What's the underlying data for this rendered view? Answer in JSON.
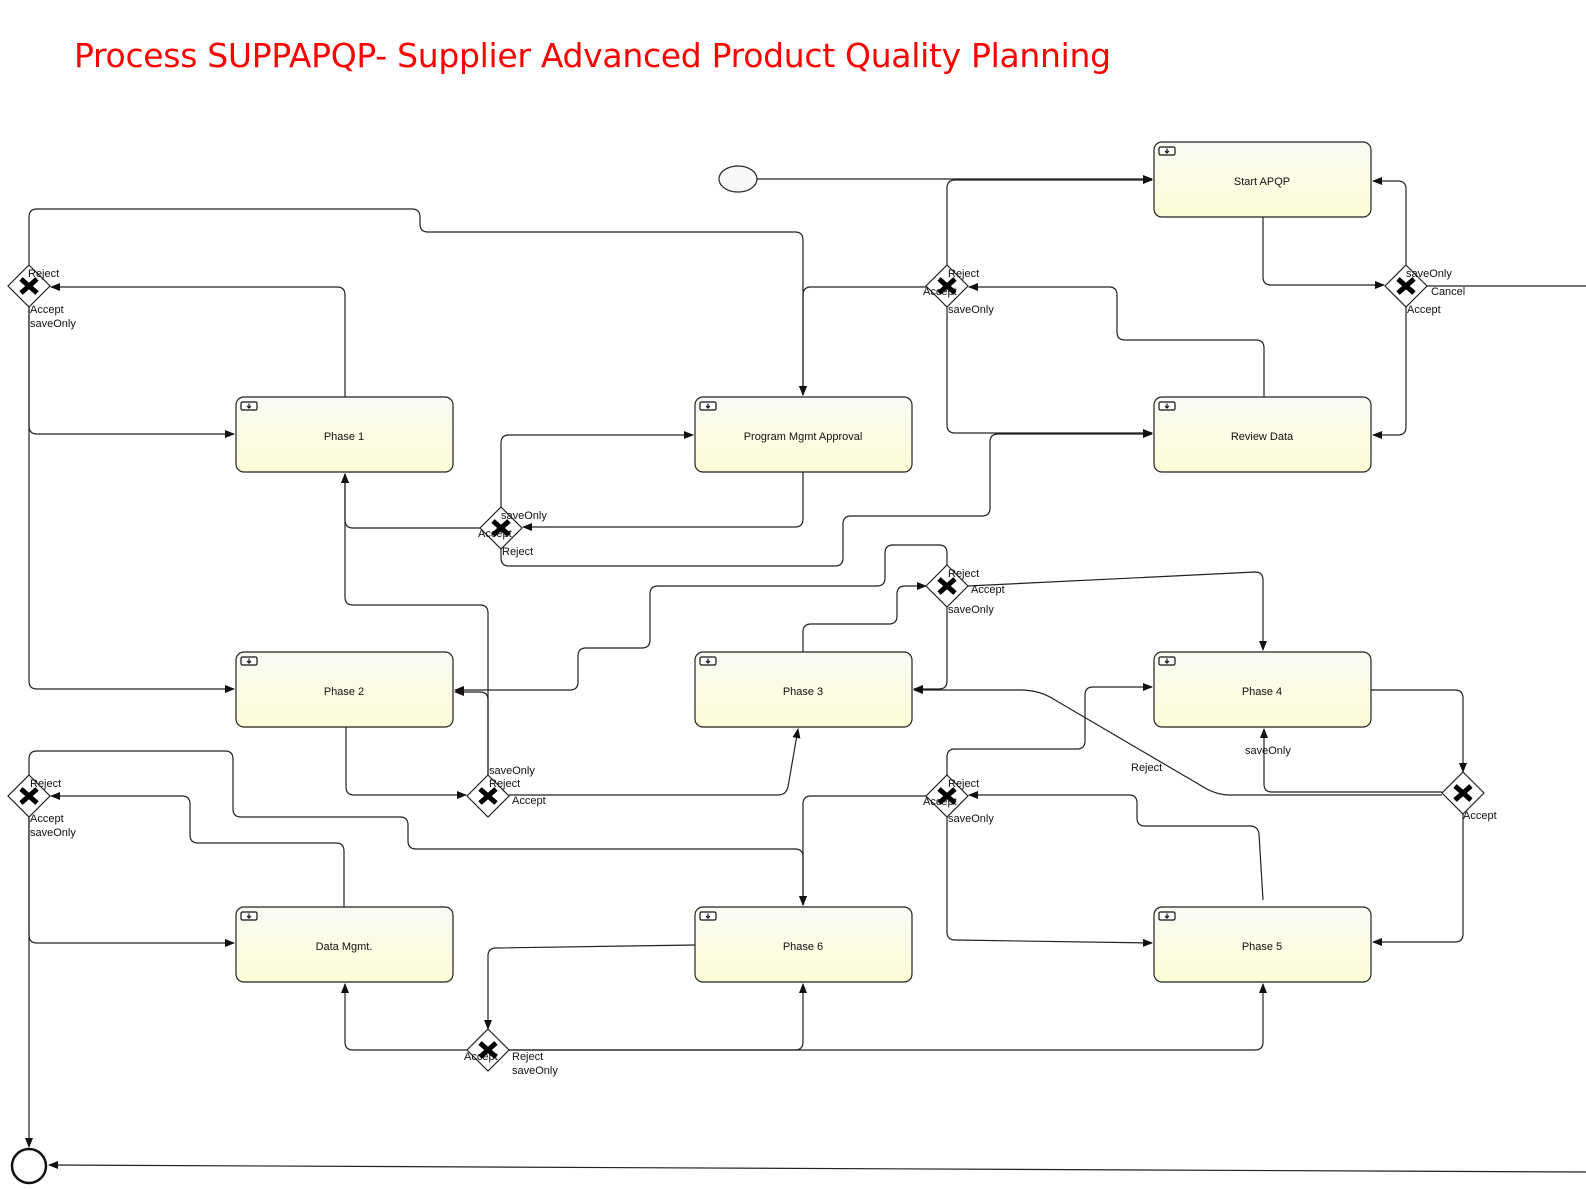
{
  "title": "Process SUPPAPQP- Supplier Advanced Product Quality Planning",
  "colors": {
    "title": "#ff0000",
    "task_fill_top": "#fafaf5",
    "task_fill_bottom": "#fdfdd6",
    "stroke": "#222222"
  },
  "tasks": [
    {
      "id": "start-apqp",
      "label": "Start APQP"
    },
    {
      "id": "phase-1",
      "label": "Phase 1"
    },
    {
      "id": "program-mgmt-approval",
      "label": "Program Mgmt Approval"
    },
    {
      "id": "review-data",
      "label": "Review Data"
    },
    {
      "id": "phase-2",
      "label": "Phase 2"
    },
    {
      "id": "phase-3",
      "label": "Phase 3"
    },
    {
      "id": "phase-4",
      "label": "Phase 4"
    },
    {
      "id": "data-mgmt",
      "label": "Data Mgmt."
    },
    {
      "id": "phase-6",
      "label": "Phase 6"
    },
    {
      "id": "phase-5",
      "label": "Phase 5"
    }
  ],
  "gateways": [
    {
      "id": "g1",
      "labels": [
        "Reject",
        "Accept",
        "saveOnly"
      ]
    },
    {
      "id": "g2",
      "labels": [
        "Reject",
        "Accept",
        "saveOnly"
      ]
    },
    {
      "id": "g3",
      "labels": [
        "saveOnly",
        "Cancel",
        "Accept"
      ]
    },
    {
      "id": "g4",
      "labels": [
        "saveOnly",
        "Accept",
        "Reject"
      ]
    },
    {
      "id": "g5",
      "labels": [
        "Reject",
        "Accept",
        "saveOnly"
      ]
    },
    {
      "id": "g6",
      "labels": [
        "Reject",
        "saveOnly",
        "Accept"
      ]
    },
    {
      "id": "g7",
      "labels": [
        "Reject",
        "Accept",
        "saveOnly"
      ]
    },
    {
      "id": "g8",
      "labels": [
        "Reject",
        "Accept",
        "saveOnly"
      ]
    },
    {
      "id": "g9",
      "labels": [
        "saveOnly",
        "Reject",
        "Accept"
      ]
    },
    {
      "id": "g10",
      "labels": [
        "Accept",
        "Reject",
        "saveOnly"
      ]
    }
  ],
  "icons": {
    "task": "subprocess-icon",
    "gateway": "exclusive-gateway-x-icon"
  }
}
